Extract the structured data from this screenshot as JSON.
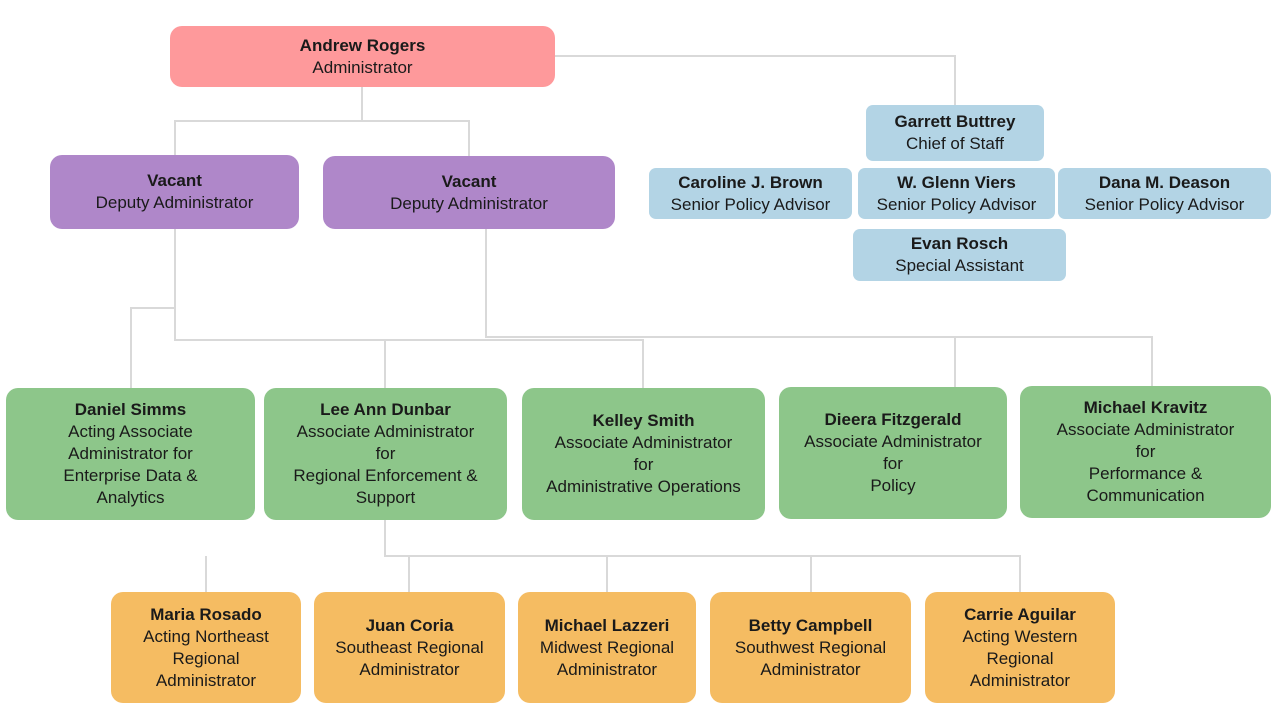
{
  "colors": {
    "administrator": "#fe999b",
    "deputy": "#af87c9",
    "staff": "#b3d4e5",
    "associate": "#8dc68a",
    "regional": "#f5bc62",
    "connector": "#d9d9d9"
  },
  "administrator": {
    "name": "Andrew Rogers",
    "title": "Administrator"
  },
  "deputies": [
    {
      "name": "Vacant",
      "title": "Deputy Administrator"
    },
    {
      "name": "Vacant",
      "title": "Deputy Administrator"
    }
  ],
  "staff": {
    "chief": {
      "name": "Garrett Buttrey",
      "title": "Chief of Staff"
    },
    "advisors": [
      {
        "name": "Caroline J. Brown",
        "title": "Senior Policy Advisor"
      },
      {
        "name": "W. Glenn Viers",
        "title": "Senior Policy Advisor"
      },
      {
        "name": "Dana M. Deason",
        "title": "Senior Policy Advisor"
      }
    ],
    "assistant": {
      "name": "Evan Rosch",
      "title": "Special Assistant"
    }
  },
  "associates": [
    {
      "name": "Daniel Simms",
      "title": "Acting Associate\nAdministrator for\nEnterprise Data &\nAnalytics"
    },
    {
      "name": "Lee Ann Dunbar",
      "title": "Associate Administrator\nfor\nRegional Enforcement &\nSupport"
    },
    {
      "name": "Kelley Smith",
      "title": "Associate Administrator\nfor\nAdministrative Operations"
    },
    {
      "name": "Dieera Fitzgerald",
      "title": "Associate Administrator\nfor\nPolicy"
    },
    {
      "name": "Michael Kravitz",
      "title": "Associate Administrator\nfor\nPerformance &\nCommunication"
    }
  ],
  "regionals": [
    {
      "name": "Maria Rosado",
      "title": "Acting Northeast\nRegional\nAdministrator"
    },
    {
      "name": "Juan Coria",
      "title": "Southeast Regional\nAdministrator"
    },
    {
      "name": "Michael Lazzeri",
      "title": "Midwest Regional\nAdministrator"
    },
    {
      "name": "Betty Campbell",
      "title": "Southwest Regional\nAdministrator"
    },
    {
      "name": "Carrie Aguilar",
      "title": "Acting Western\nRegional\nAdministrator"
    }
  ]
}
